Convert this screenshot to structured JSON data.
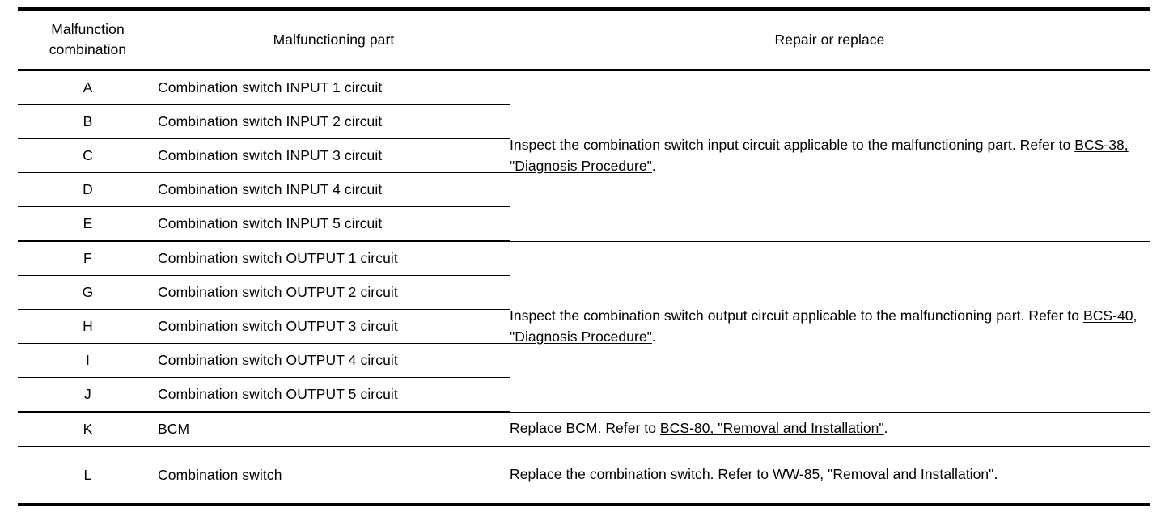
{
  "table": {
    "headers": {
      "code_line1": "Malfunction",
      "code_line2": "combination",
      "part": "Malfunctioning part",
      "repair": "Repair or replace"
    },
    "rows": [
      {
        "code": "A",
        "part": "Combination switch INPUT 1 circuit"
      },
      {
        "code": "B",
        "part": "Combination switch INPUT 2 circuit"
      },
      {
        "code": "C",
        "part": "Combination switch INPUT 3 circuit"
      },
      {
        "code": "D",
        "part": "Combination switch INPUT 4 circuit"
      },
      {
        "code": "E",
        "part": "Combination switch INPUT 5 circuit"
      },
      {
        "code": "F",
        "part": "Combination switch OUTPUT 1 circuit"
      },
      {
        "code": "G",
        "part": "Combination switch OUTPUT 2 circuit"
      },
      {
        "code": "H",
        "part": "Combination switch OUTPUT 3 circuit"
      },
      {
        "code": "I",
        "part": "Combination switch OUTPUT 4 circuit"
      },
      {
        "code": "J",
        "part": "Combination switch OUTPUT 5 circuit"
      },
      {
        "code": "K",
        "part": "BCM"
      },
      {
        "code": "L",
        "part": "Combination switch"
      }
    ],
    "repair_input": {
      "text_before": "Inspect the combination switch input circuit applicable to the malfunctioning part. Refer to ",
      "link": "BCS-38, \"Diagnosis Procedure\"",
      "text_after": "."
    },
    "repair_output": {
      "text_before": "Inspect the combination switch output circuit applicable to the malfunctioning part. Refer to ",
      "link": "BCS-40, \"Diagnosis Procedure\"",
      "text_after": "."
    },
    "repair_bcm": {
      "text_before": "Replace BCM. Refer to ",
      "link": "BCS-80, \"Removal and Installation\"",
      "text_after": "."
    },
    "repair_switch": {
      "text_before": "Replace the combination switch. Refer to ",
      "link": "WW-85, \"Removal and Installation\"",
      "text_after": "."
    }
  }
}
